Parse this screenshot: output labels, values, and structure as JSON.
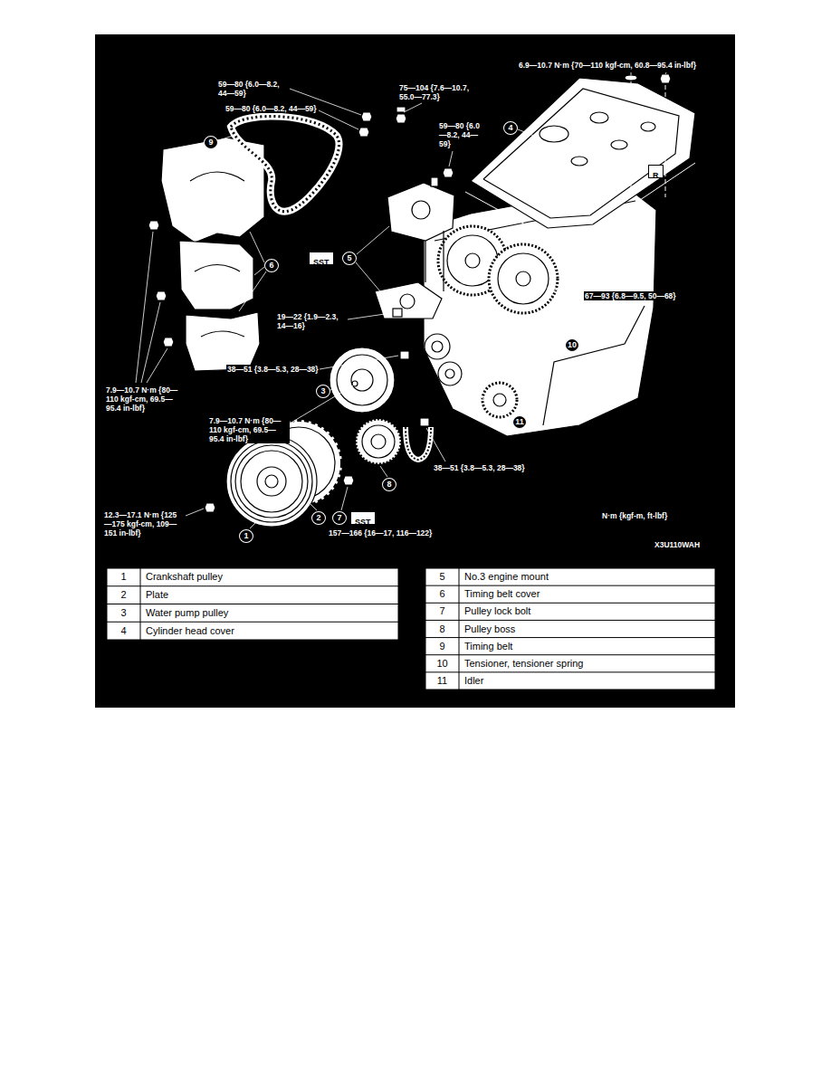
{
  "diagram": {
    "nodes": [
      {
        "text": [
          "R"
        ]
      },
      {
        "text": [
          "SST"
        ]
      },
      {
        "text": [
          "SST"
        ]
      }
    ],
    "labels": [
      "6.9—10.7 N·m {70—110 kgf-cm, 60.8—95.4 in-lbf}",
      "59—80 {6.0—8.2, 44—59}",
      "75—104 {7.6—10.7, 55.0—77.3}",
      "59—80 {6.0—8.2, 44—59}",
      "59—80 {6.0—8.2, 44—59}",
      "9",
      "4",
      "6",
      "5",
      "67—93 {6.8—9.5, 50—68}",
      "19—22 {1.9—2.3, 14—16}",
      "10",
      "38—51 {3.8—5.3, 28—38}",
      "3",
      "7.9—10.7 N·m {80—110 kgf-cm, 69.5—95.4 in-lbf}",
      "7.9—10.7 N·m {80—110 kgf-cm, 69.5—95.4 in-lbf}",
      "11",
      "38—51 {3.8—5.3, 28—38}",
      "8",
      "12.3—17.1 N·m {125—175 kgf-cm, 109—151 in-lbf}",
      "1",
      "2",
      "7",
      "157—166 {16—17, 116—122}",
      "N·m {kgf-m, ft-lbf}",
      "X3U110WAH",
      "1",
      "Crankshaft pulley",
      "2",
      "Plate",
      "3",
      "Water pump pulley",
      "4",
      "Cylinder head cover",
      "5",
      "No.3 engine mount",
      "6",
      "Timing belt cover",
      "7",
      "Pulley lock bolt",
      "8",
      "Pulley boss",
      "9",
      "Timing belt",
      "10",
      "Tensioner, tensioner spring",
      "11",
      "Idler"
    ]
  }
}
